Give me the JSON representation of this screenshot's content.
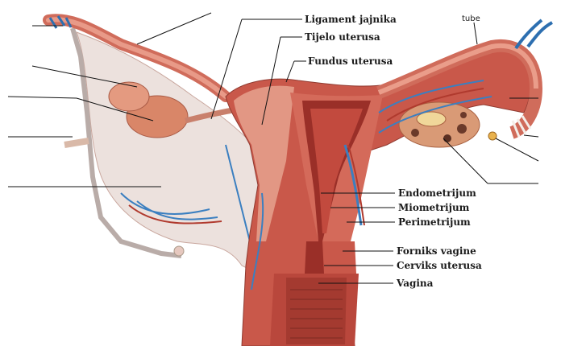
{
  "labels": {
    "ligament_jajnika": "Ligament jajnika",
    "tijelo_uterusa": "Tijelo uterusa",
    "fundus_uterusa": "Fundus uterusa",
    "tube": "tube",
    "endometrijum": "Endometrijum",
    "miometrijum": "Miometrijum",
    "perimetrijum": "Perimetrijum",
    "forniks_vagine": "Forniks vagine",
    "cerviks_uterusa": "Cerviks uterusa",
    "vagina": "Vagina"
  },
  "colors": {
    "uterus_wall": "#c9584a",
    "uterus_light": "#e8a08e",
    "mucosa": "#b8443a",
    "ligament": "#e9ddd8",
    "vessel_blue": "#3b7fc0",
    "vessel_red": "#b03a2e",
    "ovary": "#d99a76",
    "follicle": "#f0d79a"
  }
}
